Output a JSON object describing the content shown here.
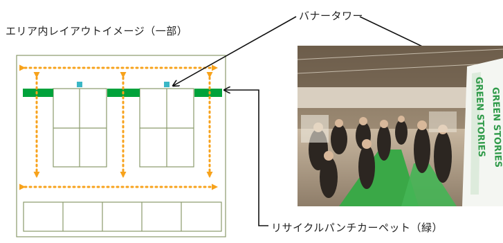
{
  "title": "エリア内レイアウトイメージ（一部）",
  "labels": {
    "banner_tower": "バナータワー",
    "carpet": "リサイクルパンチカーペット（緑）"
  },
  "photo": {
    "banner_text_1": "GREEN STORIES",
    "banner_text_2": "GREEN STORIES"
  },
  "colors": {
    "outline": "#8a9a6a",
    "carpet_green": "#00a23b",
    "banner_teal": "#3ab7c6",
    "path_orange": "#f7a21b",
    "arrow": "#111111"
  }
}
